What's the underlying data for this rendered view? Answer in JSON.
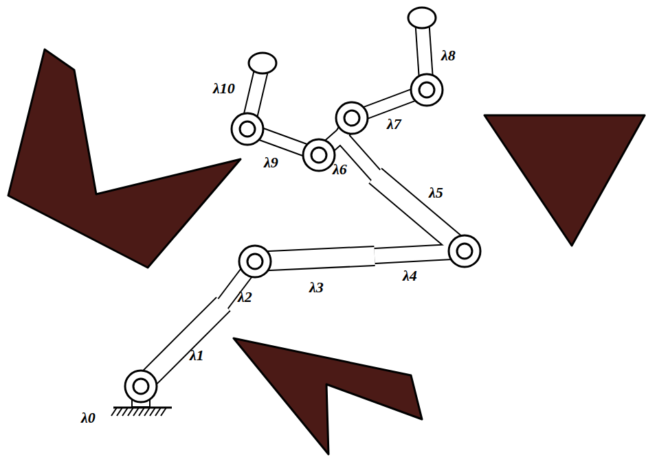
{
  "diagram": {
    "labels": [
      "λ0",
      "λ1",
      "λ2",
      "λ3",
      "λ4",
      "λ5",
      "λ6",
      "λ7",
      "λ8",
      "λ9",
      "λ10"
    ]
  }
}
